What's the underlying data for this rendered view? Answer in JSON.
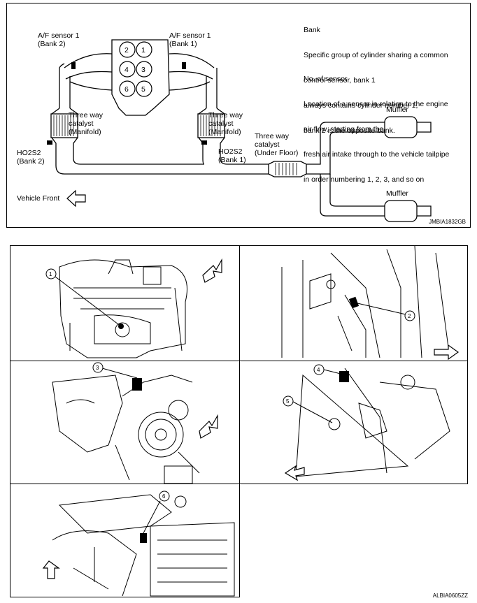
{
  "top_diagram": {
    "bank_title": "Bank",
    "bank_desc": [
      "Specific group of cylinder sharing a common",
      "control sensor, bank 1",
      "always contains cylinder number 1,",
      "bank 2 is the opposite bank."
    ],
    "sensor_title": "No. of sensor",
    "sensor_desc": [
      "Location of a sensor in relation to the engine",
      "air flow, starting from the",
      "fresh air intake through to the vehicle tailpipe",
      "in order numbering 1, 2, 3, and so on"
    ],
    "af_sensor_bank2": [
      "A/F sensor 1",
      "(Bank 2)"
    ],
    "af_sensor_bank1": [
      "A/F sensor 1",
      "(Bank 1)"
    ],
    "catalyst_left": [
      "Three way",
      "catalyst",
      "(Manifold)"
    ],
    "catalyst_right": [
      "Three way",
      "catalyst",
      "(Manifold)"
    ],
    "catalyst_underfloor": [
      "Three way",
      "catalyst",
      "(Under Floor)"
    ],
    "ho2s2_bank2": [
      "HO2S2",
      "(Bank 2)"
    ],
    "ho2s2_bank1": [
      "HO2S2",
      "(Bank 1)"
    ],
    "muffler_upper": "Muffler",
    "muffler_lower": "Muffler",
    "vehicle_front": "Vehicle Front",
    "cylinders": [
      "2",
      "1",
      "4",
      "3",
      "6",
      "5"
    ],
    "figure_code": "JMBIA1832GB"
  },
  "photos": {
    "callouts": [
      "1",
      "2",
      "3",
      "4",
      "5",
      "6"
    ],
    "figure_code": "ALBIA0605ZZ"
  }
}
